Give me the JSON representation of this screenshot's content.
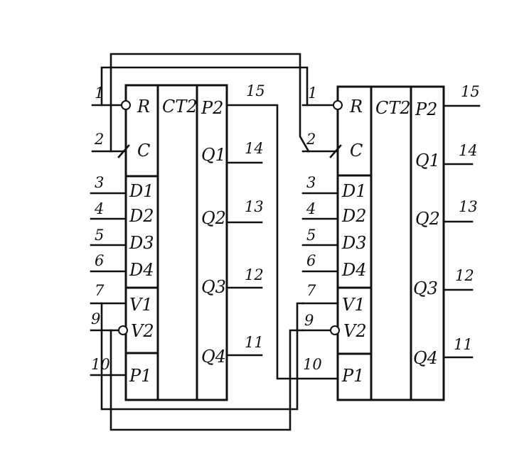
{
  "chip_left": {
    "block_label": "CT2",
    "inputs": [
      {
        "pin": "1",
        "label": "R"
      },
      {
        "pin": "2",
        "label": "C"
      },
      {
        "pin": "3",
        "label": "D1"
      },
      {
        "pin": "4",
        "label": "D2"
      },
      {
        "pin": "5",
        "label": "D3"
      },
      {
        "pin": "6",
        "label": "D4"
      },
      {
        "pin": "7",
        "label": "V1"
      },
      {
        "pin": "9",
        "label": "V2"
      },
      {
        "pin": "10",
        "label": "P1"
      }
    ],
    "outputs": [
      {
        "pin": "15",
        "label": "P2"
      },
      {
        "pin": "14",
        "label": "Q1"
      },
      {
        "pin": "13",
        "label": "Q2"
      },
      {
        "pin": "12",
        "label": "Q3"
      },
      {
        "pin": "11",
        "label": "Q4"
      }
    ]
  },
  "chip_right": {
    "block_label": "CT2",
    "inputs": [
      {
        "pin": "1",
        "label": "R"
      },
      {
        "pin": "2",
        "label": "C"
      },
      {
        "pin": "3",
        "label": "D1"
      },
      {
        "pin": "4",
        "label": "D2"
      },
      {
        "pin": "5",
        "label": "D3"
      },
      {
        "pin": "6",
        "label": "D4"
      },
      {
        "pin": "7",
        "label": "V1"
      },
      {
        "pin": "9",
        "label": "V2"
      },
      {
        "pin": "10",
        "label": "P1"
      }
    ],
    "outputs": [
      {
        "pin": "15",
        "label": "P2"
      },
      {
        "pin": "14",
        "label": "Q1"
      },
      {
        "pin": "13",
        "label": "Q2"
      },
      {
        "pin": "12",
        "label": "Q3"
      },
      {
        "pin": "11",
        "label": "Q4"
      }
    ]
  }
}
